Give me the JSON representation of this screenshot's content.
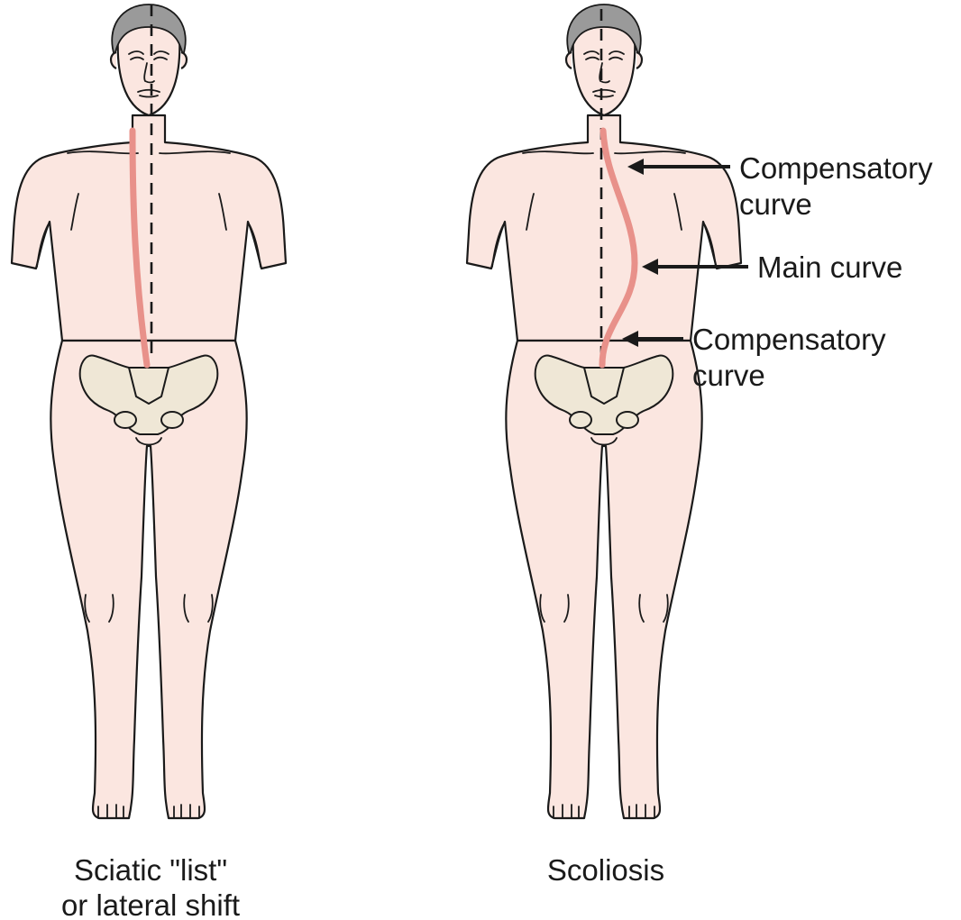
{
  "figures": [
    {
      "caption_line1": "Sciatic \"list\"",
      "caption_line2": "or lateral shift"
    },
    {
      "caption_line1": "Scoliosis"
    }
  ],
  "annotations": {
    "upper_line1": "Compensatory",
    "upper_line2": "curve",
    "main": "Main curve",
    "lower_line1": "Compensatory",
    "lower_line2": "curve"
  },
  "colors": {
    "spine": "#e8918a",
    "skin": "#fbe6e0",
    "bone": "#efe7d6",
    "hair": "#9a9a9a"
  }
}
